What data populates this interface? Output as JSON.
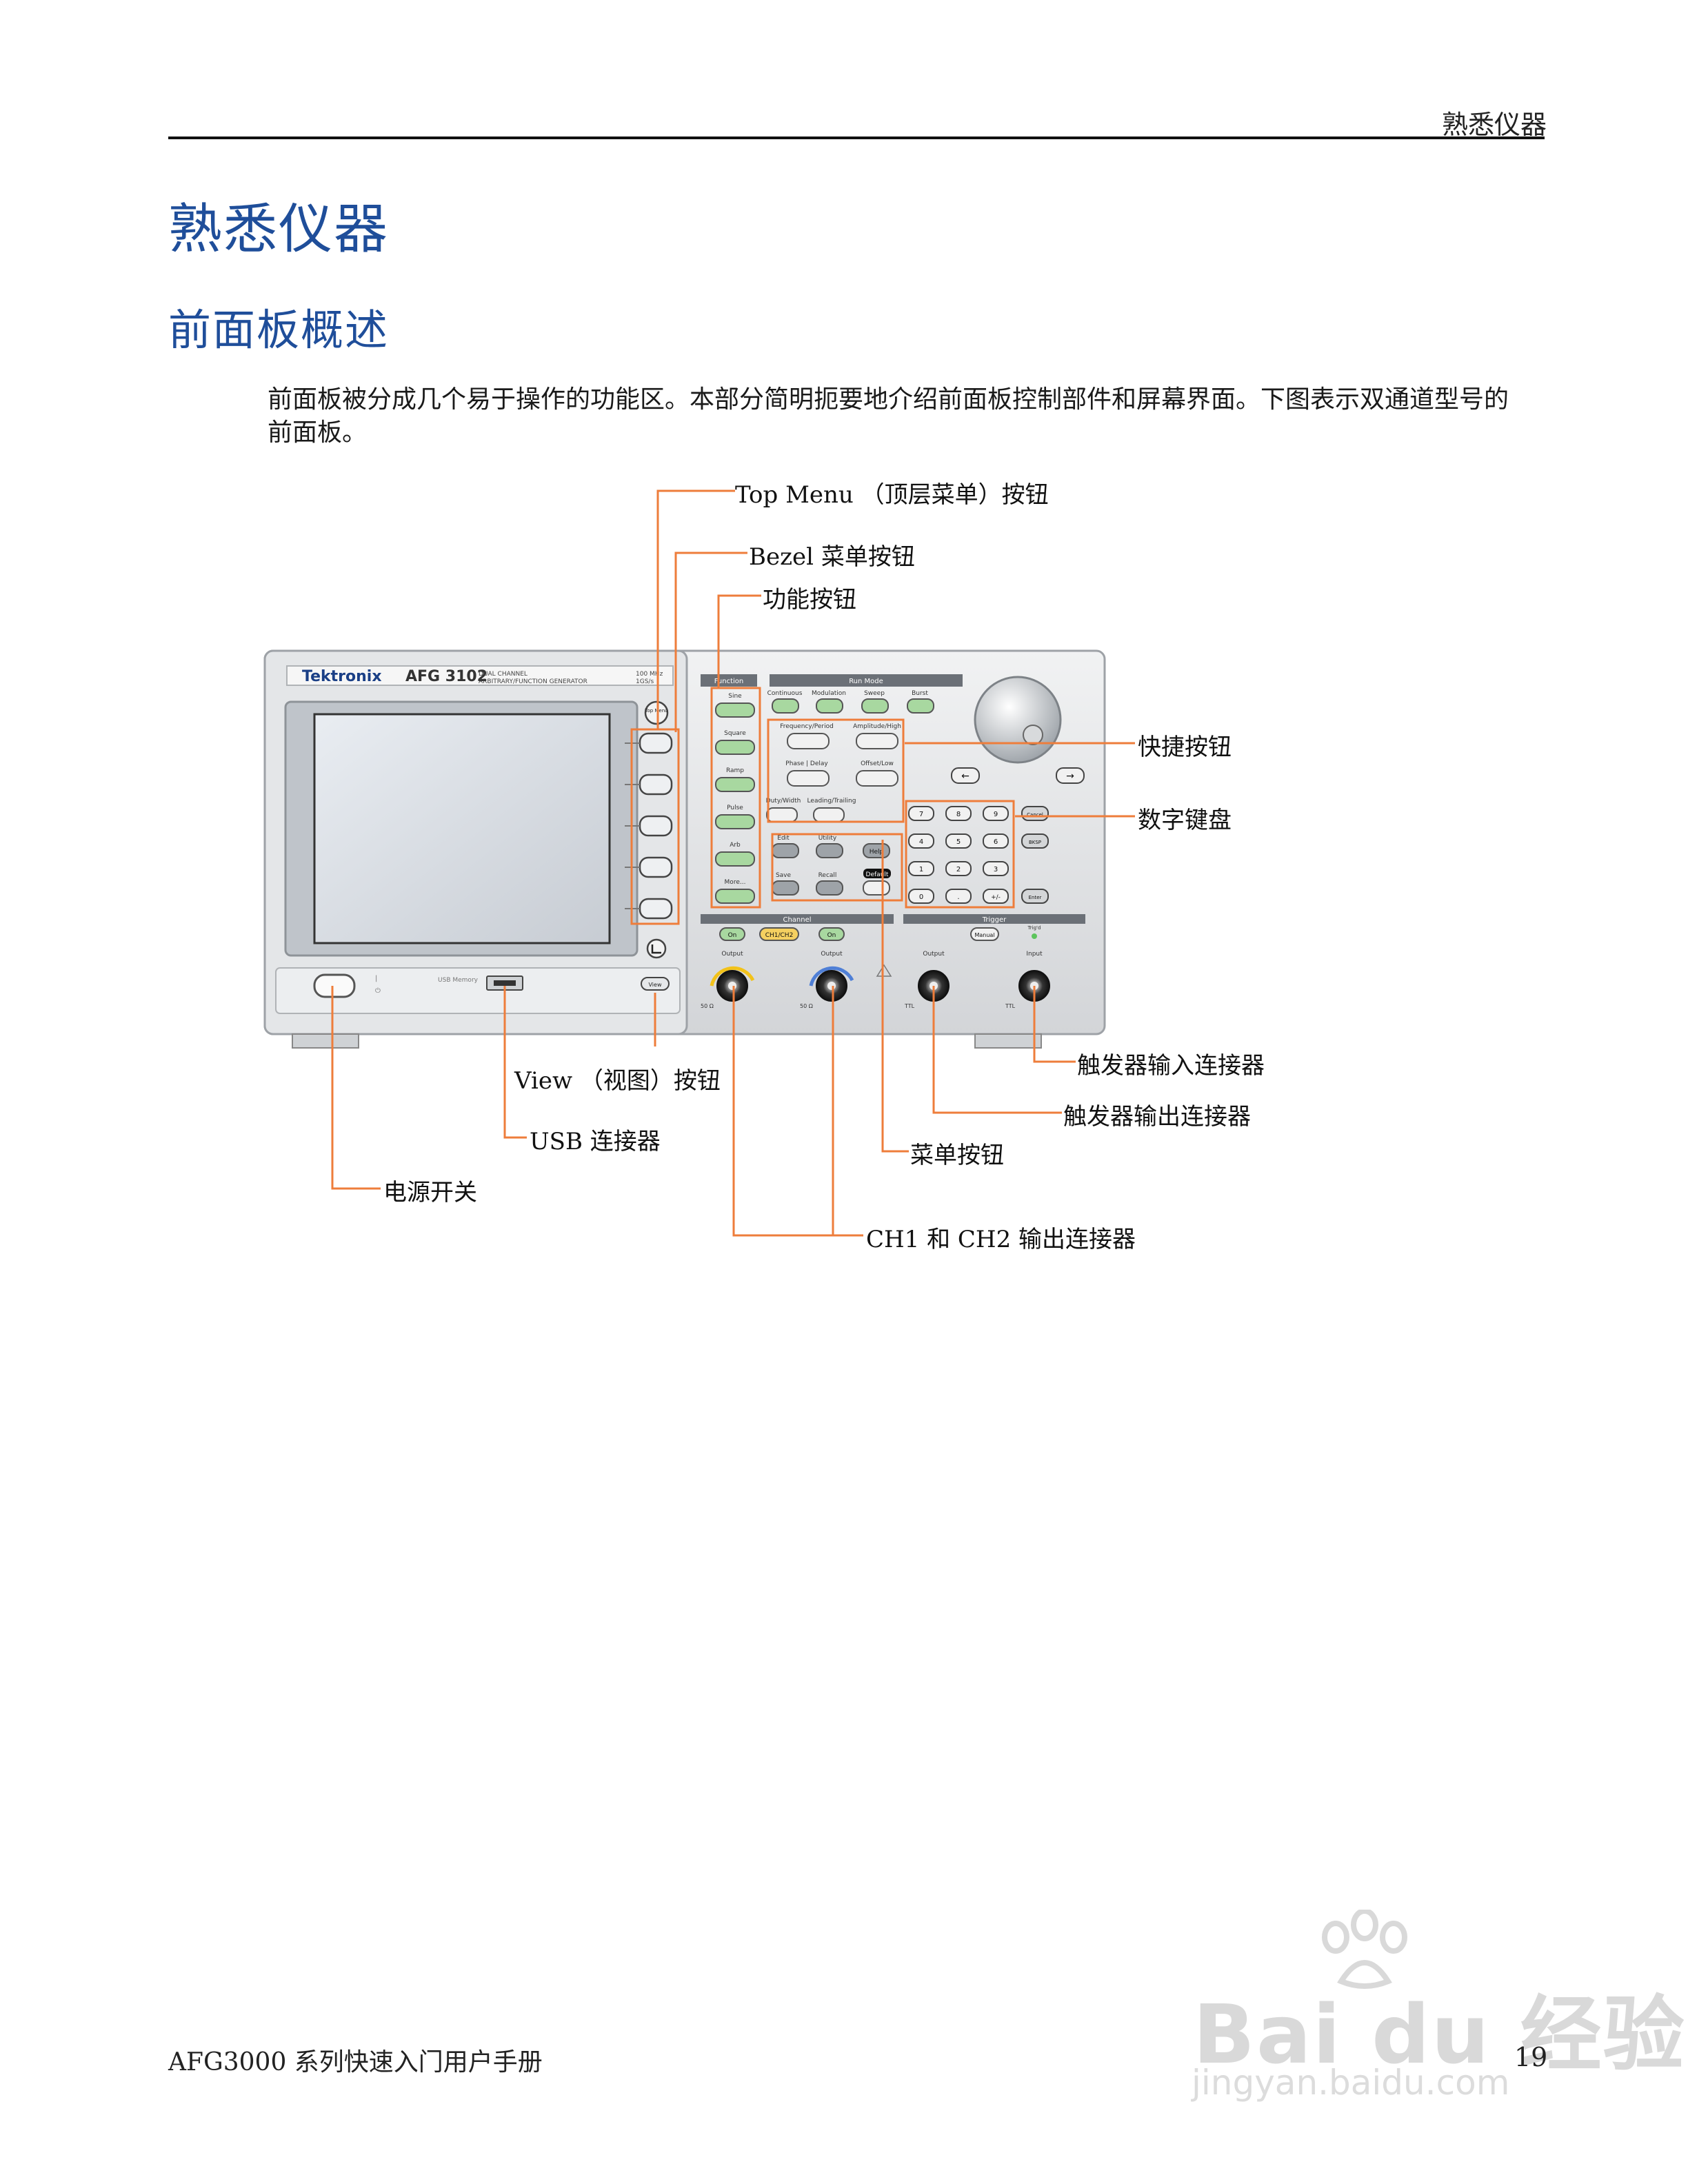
{
  "header": {
    "running_title": "熟悉仪器"
  },
  "title": "熟悉仪器",
  "section_title": "前面板概述",
  "intro": "前面板被分成几个易于操作的功能区。本部分简明扼要地介绍前面板控制部件和屏幕界面。下图表示双通道型号的前面板。",
  "callouts": {
    "top_menu": "Top Menu （顶层菜单）按钮",
    "bezel": "Bezel 菜单按钮",
    "function": "功能按钮",
    "shortcut": "快捷按钮",
    "keypad": "数字键盘",
    "trigger_in": "触发器输入连接器",
    "trigger_out": "触发器输出连接器",
    "menu_buttons": "菜单按钮",
    "ch_out": "CH1 和 CH2 输出连接器",
    "view": "View （视图）按钮",
    "usb": "USB 连接器",
    "power": "电源开关"
  },
  "instrument": {
    "brand": "Tektronix",
    "model": "AFG 3102",
    "desc_line1": "DUAL CHANNEL",
    "desc_line2": "ARBITRARY/FUNCTION GENERATOR",
    "spec1": "100 MHz",
    "spec2": "1GS/s",
    "top_menu_btn": "Top Menu",
    "view_btn": "View",
    "usb_label": "USB Memory",
    "function_title": "Function",
    "function_buttons": [
      "Sine",
      "Square",
      "Ramp",
      "Pulse",
      "Arb",
      "More..."
    ],
    "run_mode_title": "Run Mode",
    "run_mode_buttons": [
      "Continuous",
      "Modulation",
      "Sweep",
      "Burst"
    ],
    "shortcut_buttons": [
      "Frequency/Period",
      "Amplitude/High",
      "Phase | Delay",
      "Offset/Low",
      "Duty/Width",
      "Leading/Trailing"
    ],
    "menu_buttons": [
      "Edit",
      "Utility",
      "Help",
      "Save",
      "Recall",
      "Default"
    ],
    "keypad": [
      "7",
      "8",
      "9",
      "4",
      "5",
      "6",
      "1",
      "2",
      "3",
      "0",
      ".",
      "+/-"
    ],
    "keypad_side": [
      "Cancel",
      "BKSP",
      "Enter"
    ],
    "channel_title": "Channel",
    "channel_buttons": [
      "On",
      "CH1/CH2",
      "On"
    ],
    "trigger_title": "Trigger",
    "manual_btn": "Manual",
    "trigd_label": "Trig'd",
    "connector_labels": [
      "Output",
      "Output",
      "Output",
      "Input"
    ],
    "impedance": "50 Ω",
    "ttl": "TTL"
  },
  "watermark": {
    "logo": "Bai du 经验",
    "url": "jingyan.baidu.com"
  },
  "footer": {
    "doc_title": "AFG3000 系列快速入门用户手册",
    "page_number": "19"
  },
  "colors": {
    "heading_blue": "#1f4e9a",
    "callout_orange": "#ee7d3b",
    "panel_grey": "#d7d9dc",
    "button_green": "#a8d8a0"
  }
}
